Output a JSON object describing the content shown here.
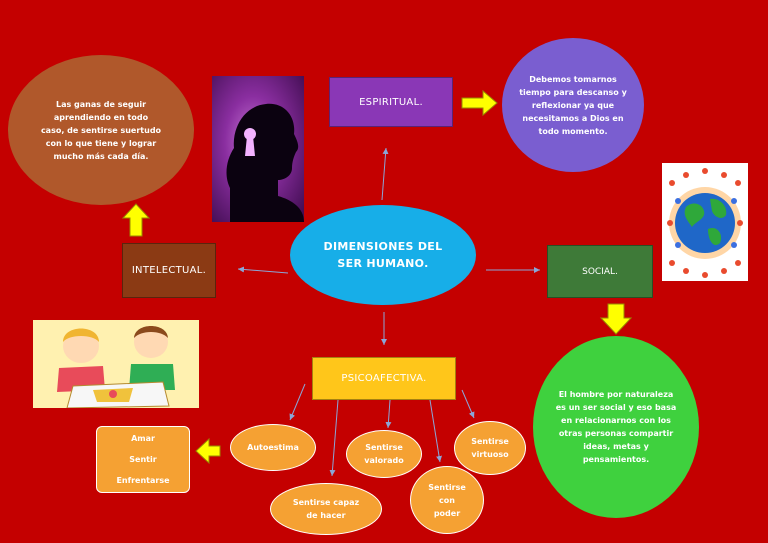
{
  "center": {
    "line1": "DIMENSIONES DEL",
    "line2": "SER HUMANO."
  },
  "dimensions": {
    "espiritual": "ESPIRITUAL.",
    "intelectual": "INTELECTUAL.",
    "social": "SOCIAL.",
    "psicoafectiva": "PSICOAFECTIVA."
  },
  "descriptions": {
    "espiritual": [
      "Debemos tomarnos",
      "tiempo para descanso y",
      "reflexionar ya que",
      "necesitamos a Dios en",
      "todo momento."
    ],
    "intelectual": [
      "Las ganas de seguir",
      "aprendiendo en todo",
      "caso, de sentirse suertudo",
      "con lo que tiene y lograr",
      "mucho más cada día."
    ],
    "social": [
      "El hombre por naturaleza",
      "es un ser social y eso basa",
      "en relacionarnos con los",
      "otras personas compartir",
      "ideas, metas y",
      "pensamientos."
    ]
  },
  "psico_items": {
    "autoestima": "Autoestima",
    "capaz": [
      "Sentirse capaz",
      "de hacer"
    ],
    "valorado": [
      "Sentirse",
      "valorado"
    ],
    "poder": [
      "Sentirse",
      "con",
      "poder"
    ],
    "virtuoso": [
      "Sentirse",
      "virtuoso"
    ]
  },
  "feelings": [
    "Amar",
    "Sentir",
    "Enfrentarse"
  ],
  "colors": {
    "background": "#c40000",
    "center": "#17aee8",
    "espiritual": "#8a37b6",
    "intelectual": "#8b3a14",
    "social": "#3e7a38",
    "psicoafectiva": "#ffc61a",
    "orange": "#f5a133",
    "lavender": "#7a5ed0",
    "brown_oval": "#b0582b",
    "green_oval": "#3fd13e",
    "arrow": "#ffff00"
  }
}
